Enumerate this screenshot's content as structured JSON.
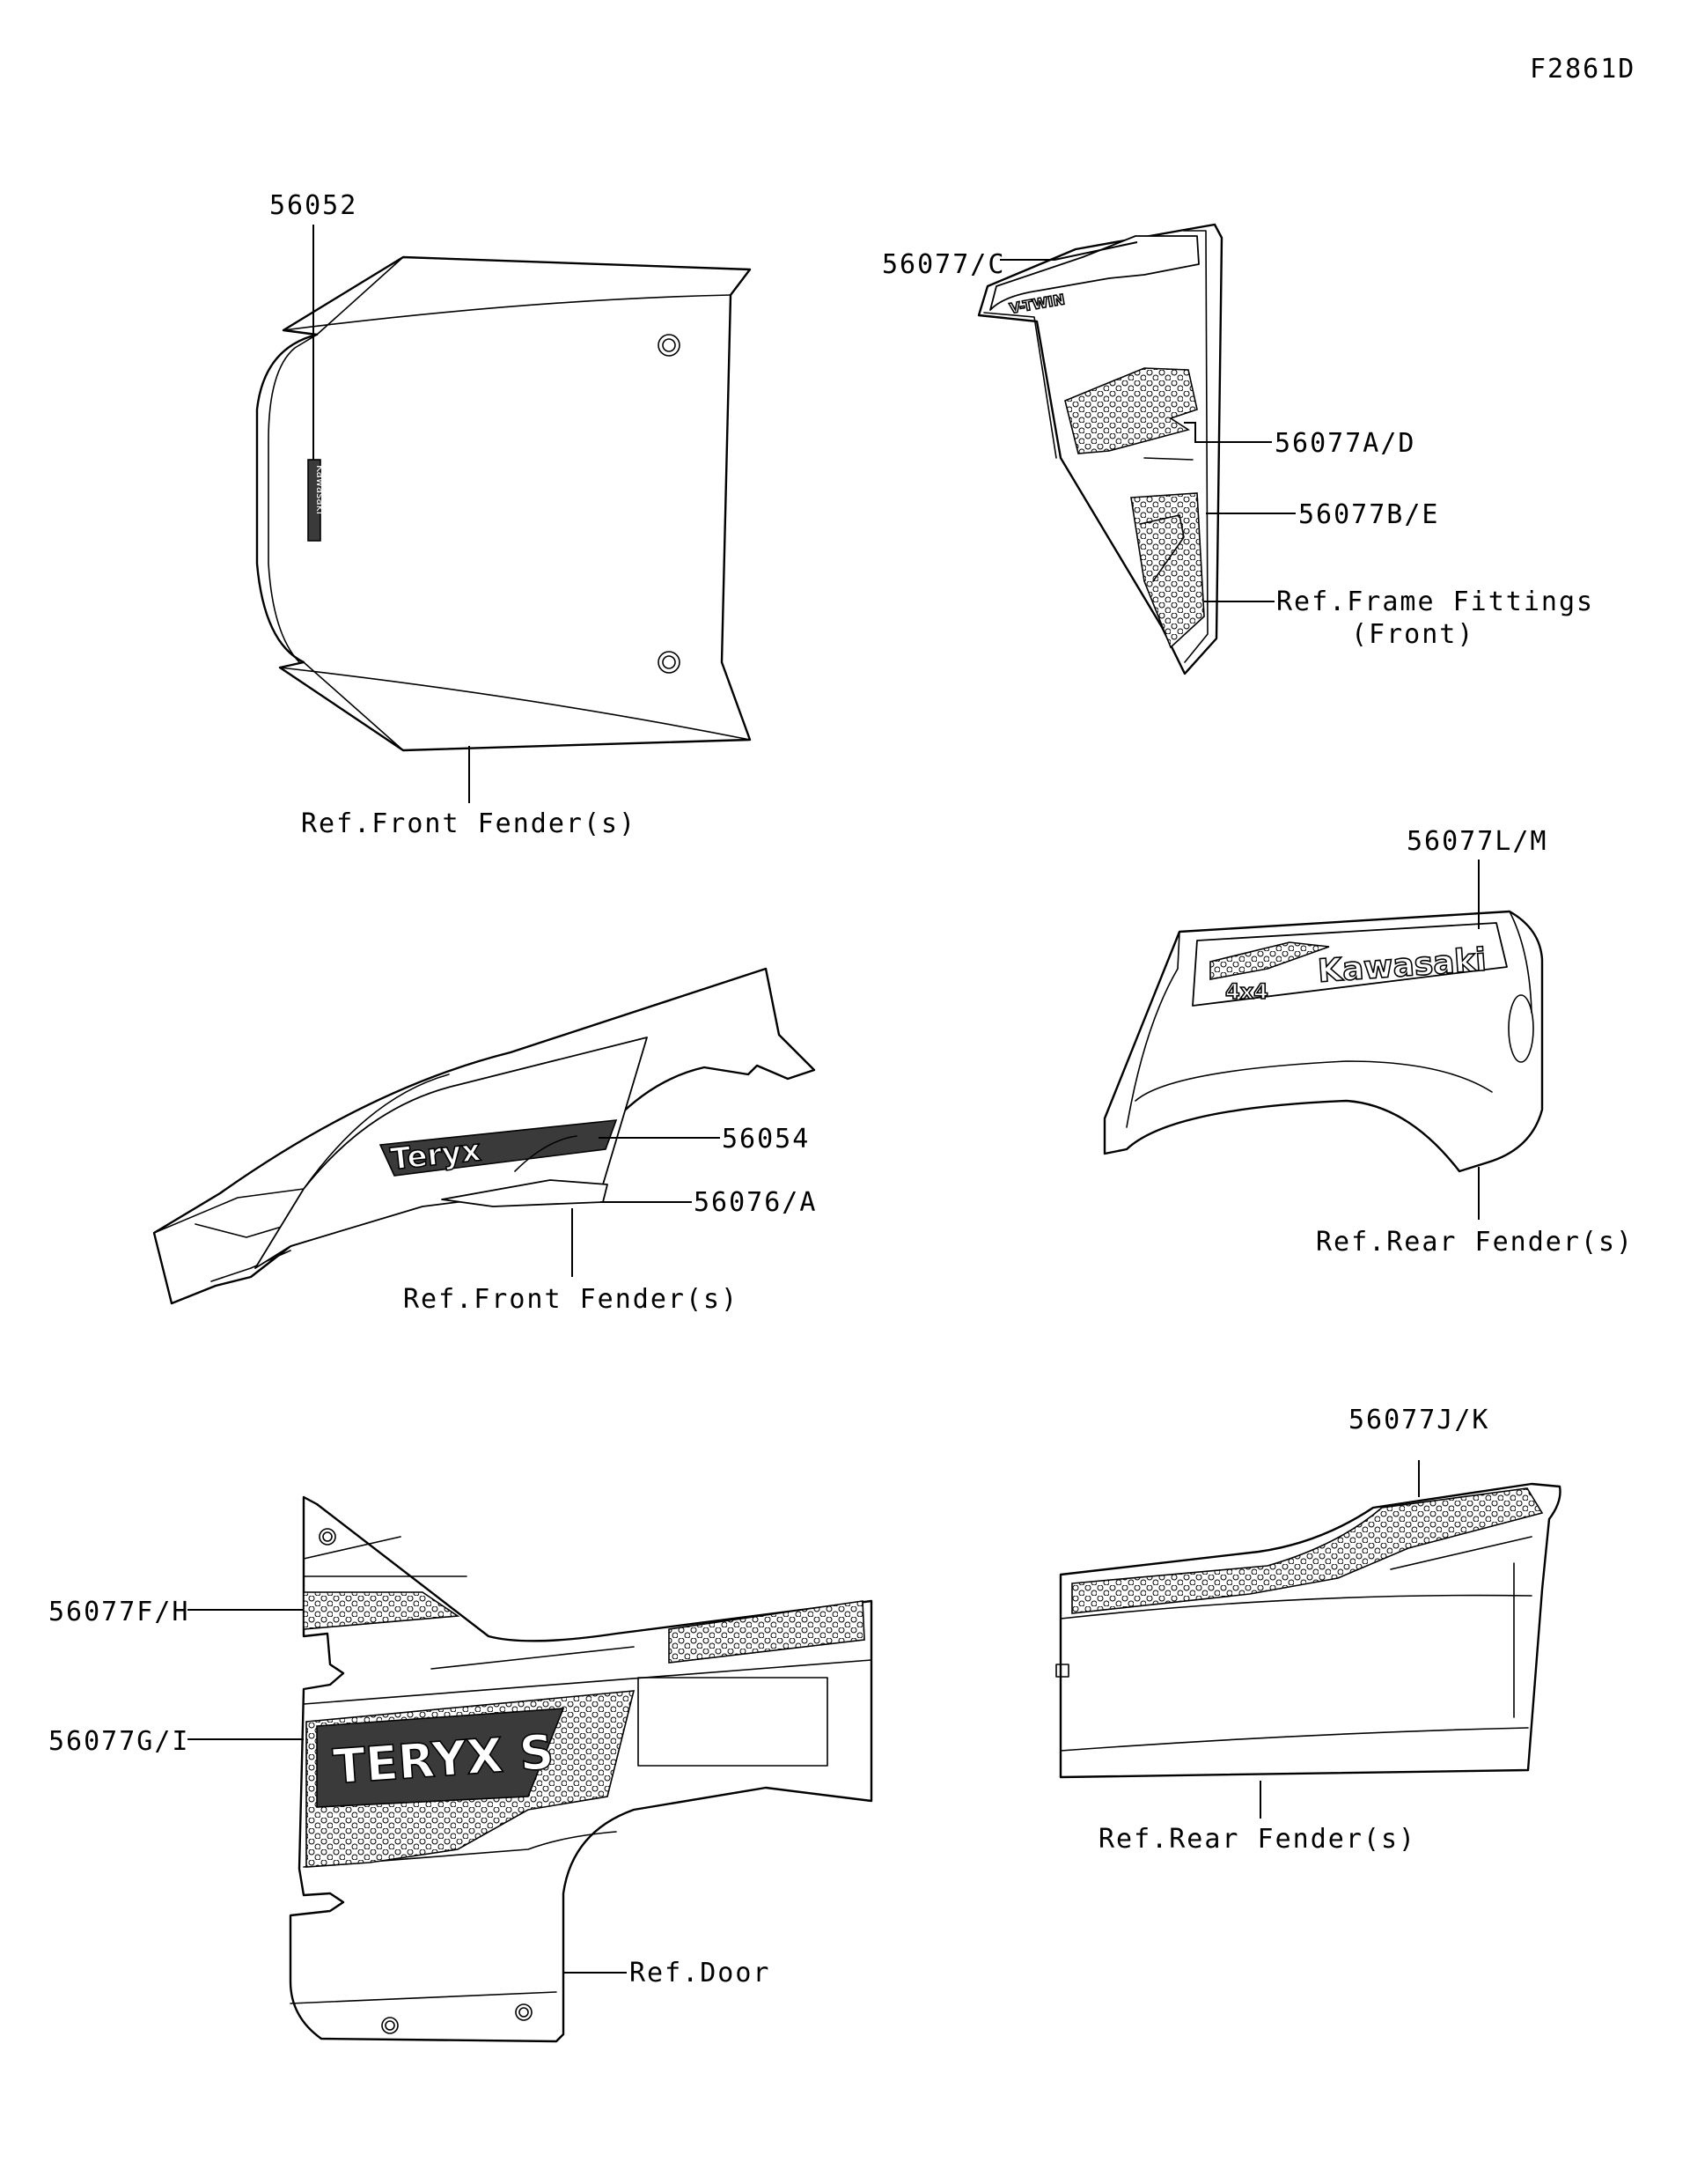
{
  "figure_code": "F2861D",
  "callouts": {
    "c56052": "56052",
    "c56077c": "56077/C",
    "c56077ad": "56077A/D",
    "c56077be": "56077B/E",
    "ref_frame_1": "Ref.Frame Fittings",
    "ref_frame_2": "(Front)",
    "ref_front_fender_1": "Ref.Front Fender(s)",
    "c56077lm": "56077L/M",
    "c56054": "56054",
    "c56076a": "56076/A",
    "ref_front_fender_2": "Ref.Front Fender(s)",
    "ref_rear_fender_1": "Ref.Rear Fender(s)",
    "c56077jk": "56077J/K",
    "c56077fh": "56077F/H",
    "c56077gi": "56077G/I",
    "ref_rear_fender_2": "Ref.Rear Fender(s)",
    "ref_door": "Ref.Door"
  },
  "decal_logos": {
    "kawasaki": "Kawasaki",
    "four_by_four": "4x4",
    "teryx": "Teryx",
    "teryx_s": "TERYX S",
    "v_twin": "V-TWIN",
    "hood_badge": "Kawasaki"
  }
}
